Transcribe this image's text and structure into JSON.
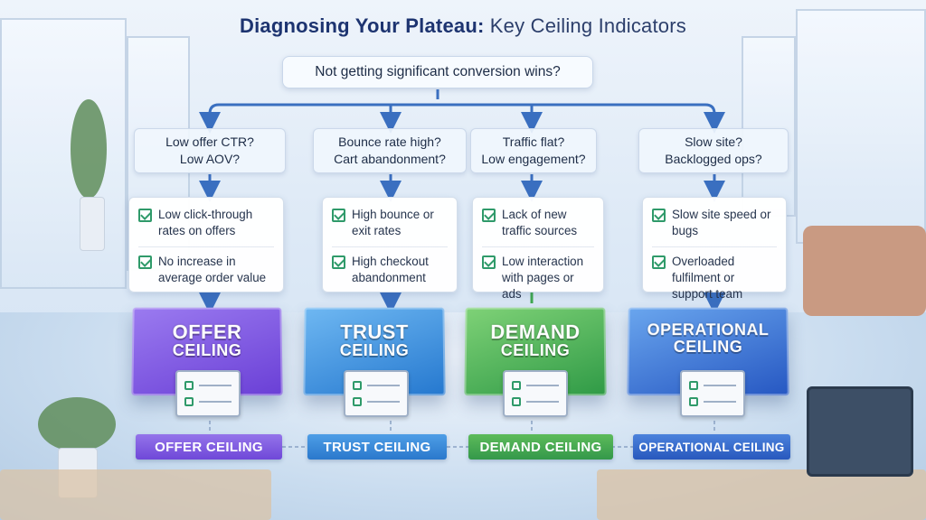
{
  "title": {
    "bold": "Diagnosing Your Plateau:",
    "light": "Key Ceiling Indicators"
  },
  "question": "Not getting significant conversion wins?",
  "columns": [
    {
      "q1": "Low offer CTR?",
      "q2": "Low AOV?",
      "items": [
        "Low click-through rates on offers",
        "No increase in average order value"
      ],
      "block1": "OFFER",
      "block2": "CEILING",
      "label": "OFFER CEILING"
    },
    {
      "q1": "Bounce rate high?",
      "q2": "Cart abandonment?",
      "items": [
        "High bounce or exit rates",
        "High checkout abandonment"
      ],
      "block1": "TRUST",
      "block2": "CEILING",
      "label": "TRUST CEILING"
    },
    {
      "q1": "Traffic flat?",
      "q2": "Low engagement?",
      "items": [
        "Lack of new traffic sources",
        "Low interaction with pages or ads"
      ],
      "block1": "DEMAND",
      "block2": "CEILING",
      "label": "DEMAND CEILING"
    },
    {
      "q1": "Slow site?",
      "q2": "Backlogged ops?",
      "items": [
        "Slow site speed or bugs",
        "Overloaded fulfilment or support team"
      ],
      "block1": "OPERATIONAL",
      "block2": "CEILING",
      "label": "OPERATIONAL CEILING"
    }
  ],
  "colors": {
    "offer": "#7a55e0",
    "trust": "#2f86d6",
    "demand": "#3fa84f",
    "operational": "#2a62c8",
    "arrow": "#3a6fc0",
    "check": "#2f9a6a"
  }
}
